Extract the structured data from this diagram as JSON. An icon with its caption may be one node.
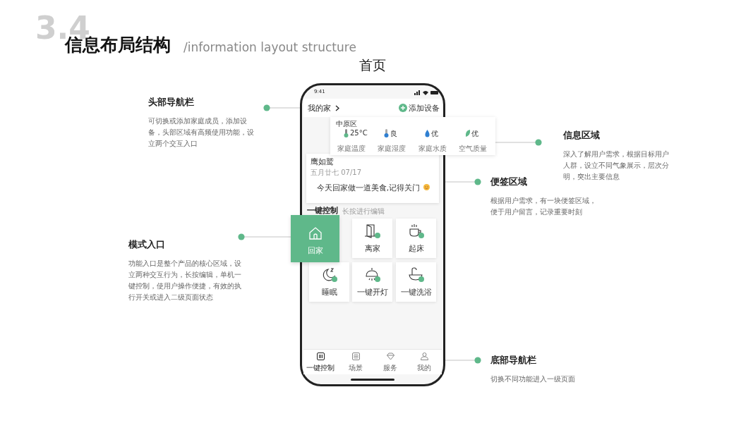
{
  "diagram": {
    "title": "信息布局结构",
    "nodes": [
      {
        "text": [
          "首页",
          "9:41"
        ]
      },
      {
        "text": [
          "我的家",
          "添加设备"
        ],
        "in": 0
      },
      {
        "text": [
          "中原区",
          "25°C",
          "家庭温度",
          "良",
          "家庭湿度",
          "优",
          "家庭水质",
          "优",
          "空气质量"
        ]
      },
      {
        "text": [
          "鹰如鹫",
          "五月廿七  07/17",
          "今天回家做一道美食,记得关门"
        ],
        "in": 0
      },
      {
        "text": [
          "回家"
        ]
      },
      {
        "text": [
          "离家"
        ],
        "in": 0
      },
      {
        "text": [
          "起床"
        ],
        "in": 0
      },
      {
        "text": [
          "睡眠"
        ],
        "in": 0
      },
      {
        "text": [
          "一键开灯"
        ],
        "in": 0
      },
      {
        "text": [
          "一键洗浴"
        ],
        "in": 0
      },
      {
        "text": [
          "一键控制",
          "场景",
          "服务",
          "我的"
        ],
        "in": 0
      },
      {
        "text": [
          "头部导航栏",
          "可切换或添加家庭成员，添加设备，头部区域有高频使用功能，设立两个交互入口"
        ]
      },
      {
        "text": [
          "信息区域",
          "深入了解用户需求，根据目标用户人群，设立不同气象展示，层次分明，突出主要信息"
        ]
      },
      {
        "text": [
          "便签区域",
          "根据用户需求，有一块便签区域，便于用户留言，记录重要时刻"
        ]
      },
      {
        "text": [
          "模式入口",
          "功能入口是整个产品的核心区域，设立两种交互行为，长按编辑，单机一键控制，使用户操作便捷，有效的执行开关或进入二级页面状态"
        ]
      },
      {
        "text": [
          "底部导航栏",
          "切换不同功能进入一级页面"
        ]
      }
    ],
    "edges": [
      {
        "from": 11,
        "to": 1,
        "arrow": "other"
      },
      {
        "from": 12,
        "to": 2,
        "arrow": "other"
      },
      {
        "from": 13,
        "to": 3,
        "arrow": "other"
      },
      {
        "from": 14,
        "to": 4,
        "arrow": "other"
      },
      {
        "from": 15,
        "to": 10,
        "arrow": "other"
      }
    ],
    "labels": [
      "3.4",
      "/information layout structure",
      "一键控制",
      "长按进行编辑"
    ]
  }
}
